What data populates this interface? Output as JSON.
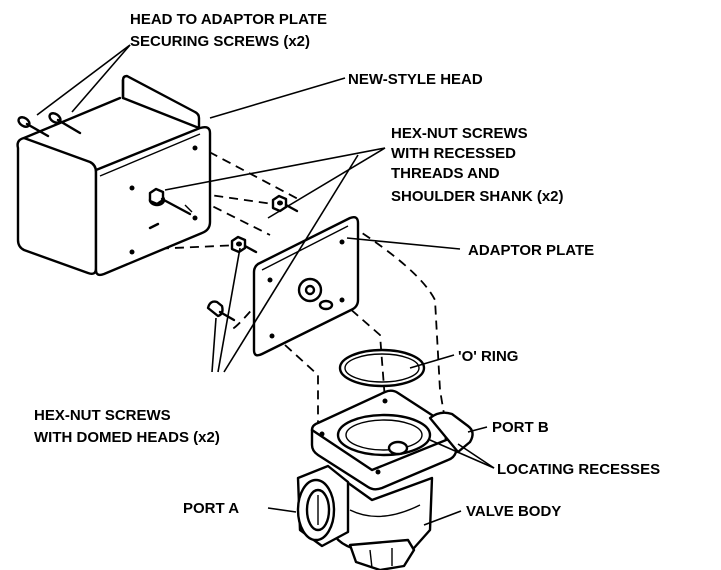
{
  "labels": {
    "head_screws_line1": "HEAD TO ADAPTOR PLATE",
    "head_screws_line2": "SECURING SCREWS (x2)",
    "new_style_head": "NEW-STYLE HEAD",
    "hex_recessed_line1": "HEX-NUT SCREWS",
    "hex_recessed_line2": "WITH RECESSED",
    "hex_recessed_line3": "THREADS AND",
    "hex_recessed_line4": "SHOULDER SHANK (x2)",
    "adaptor_plate": "ADAPTOR PLATE",
    "o_ring": "'O' RING",
    "hex_domed_line1": "HEX-NUT SCREWS",
    "hex_domed_line2": "WITH DOMED HEADS (x2)",
    "port_b": "PORT B",
    "locating_recesses": "LOCATING RECESSES",
    "port_a": "PORT A",
    "valve_body": "VALVE BODY"
  }
}
